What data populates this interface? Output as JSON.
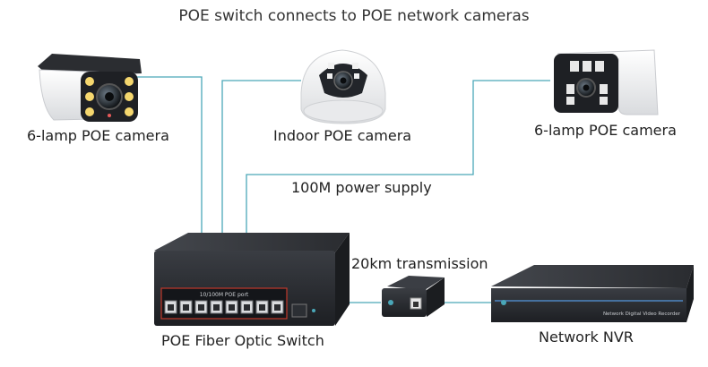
{
  "title": "POE switch connects to POE network cameras",
  "labels": {
    "camera_left": "6-lamp POE camera",
    "camera_indoor": "Indoor POE camera",
    "camera_right": "6-lamp POE camera",
    "power_supply": "100M power supply",
    "transmission": "20km transmission",
    "switch": "POE Fiber Optic Switch",
    "nvr": "Network NVR"
  },
  "device_text": {
    "switch_port_label": "10/100M POE port",
    "nvr_faceplate": "Network Digital Video Recorder"
  },
  "colors": {
    "connection_line": "#4aa7b8",
    "switch_body": "#2b2d31",
    "switch_port_panel_border": "#c0392b",
    "nvr_body": "#23252a",
    "camera_housing": "#f3f3f3",
    "led_warm": "#f5d76e"
  }
}
